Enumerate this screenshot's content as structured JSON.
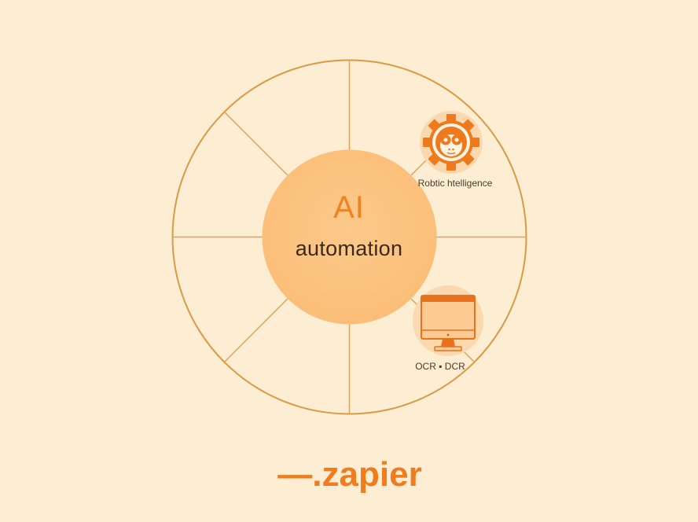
{
  "diagram": {
    "type": "hub-and-spoke wheel",
    "hub": {
      "title": "AI",
      "subtitle": "automation"
    },
    "segments_count": 8,
    "nodes": [
      {
        "id": "robotic-intelligence",
        "icon": "robot-gear-icon",
        "label": "Robtic htelligence",
        "position": "upper-right"
      },
      {
        "id": "ocr-dcr",
        "icon": "monitor-icon",
        "label": "OCR ▪ DCR",
        "position": "lower-right"
      }
    ]
  },
  "brand": {
    "logo_text": "—.zapier"
  },
  "colors": {
    "background": "#FDEDD3",
    "ring_stroke": "#D99A45",
    "hub_fill": "#FBC482",
    "accent_orange": "#EE7A1E",
    "label_text": "#4A3A2C",
    "hub_subtitle_text": "#3A2A1C"
  }
}
